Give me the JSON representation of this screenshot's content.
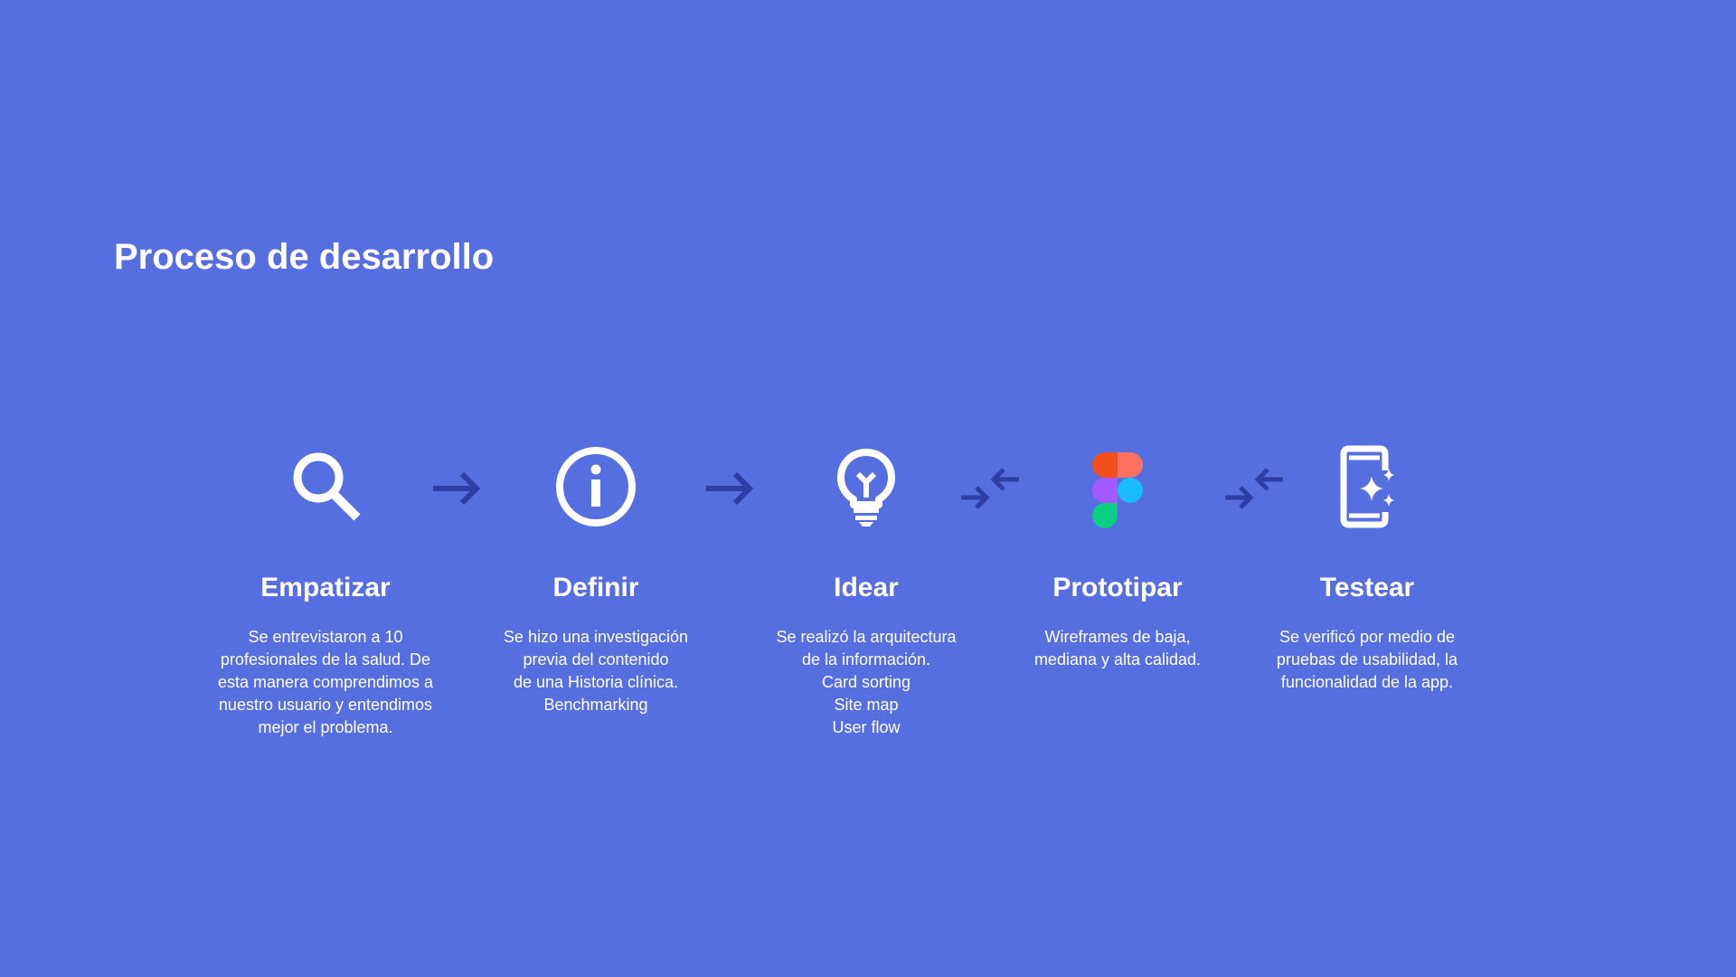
{
  "page": {
    "title": "Proceso de desarrollo",
    "background_color": "#566fe0",
    "connector_color": "#2e3ea5"
  },
  "steps": [
    {
      "icon": "search-icon",
      "title": "Empatizar",
      "description": "Se entrevistaron a 10\nprofesionales de la salud. De\nesta manera comprendimos a\nnuestro usuario y entendimos\nmejor el problema."
    },
    {
      "icon": "info-icon",
      "title": "Definir",
      "description": "Se hizo una investigación\nprevia del contenido\nde una Historia clínica.\nBenchmarking"
    },
    {
      "icon": "lightbulb-icon",
      "title": "Idear",
      "description": "Se realizó la arquitectura\nde la información.\nCard sorting\nSite map\nUser flow"
    },
    {
      "icon": "figma-icon",
      "title": "Prototipar",
      "description": "Wireframes de baja,\nmediana y alta calidad."
    },
    {
      "icon": "mobile-sparkle-icon",
      "title": "Testear",
      "description": "Se verificó por medio de\npruebas de usabilidad, la\nfuncionalidad de la app."
    }
  ],
  "connectors": [
    {
      "icon": "arrow-right-icon"
    },
    {
      "icon": "arrow-right-icon"
    },
    {
      "icon": "arrows-converge-icon"
    },
    {
      "icon": "arrows-converge-icon"
    }
  ],
  "figma_colors": [
    "#f24e1e",
    "#ff7262",
    "#a259ff",
    "#1abcfe",
    "#0acf83"
  ]
}
